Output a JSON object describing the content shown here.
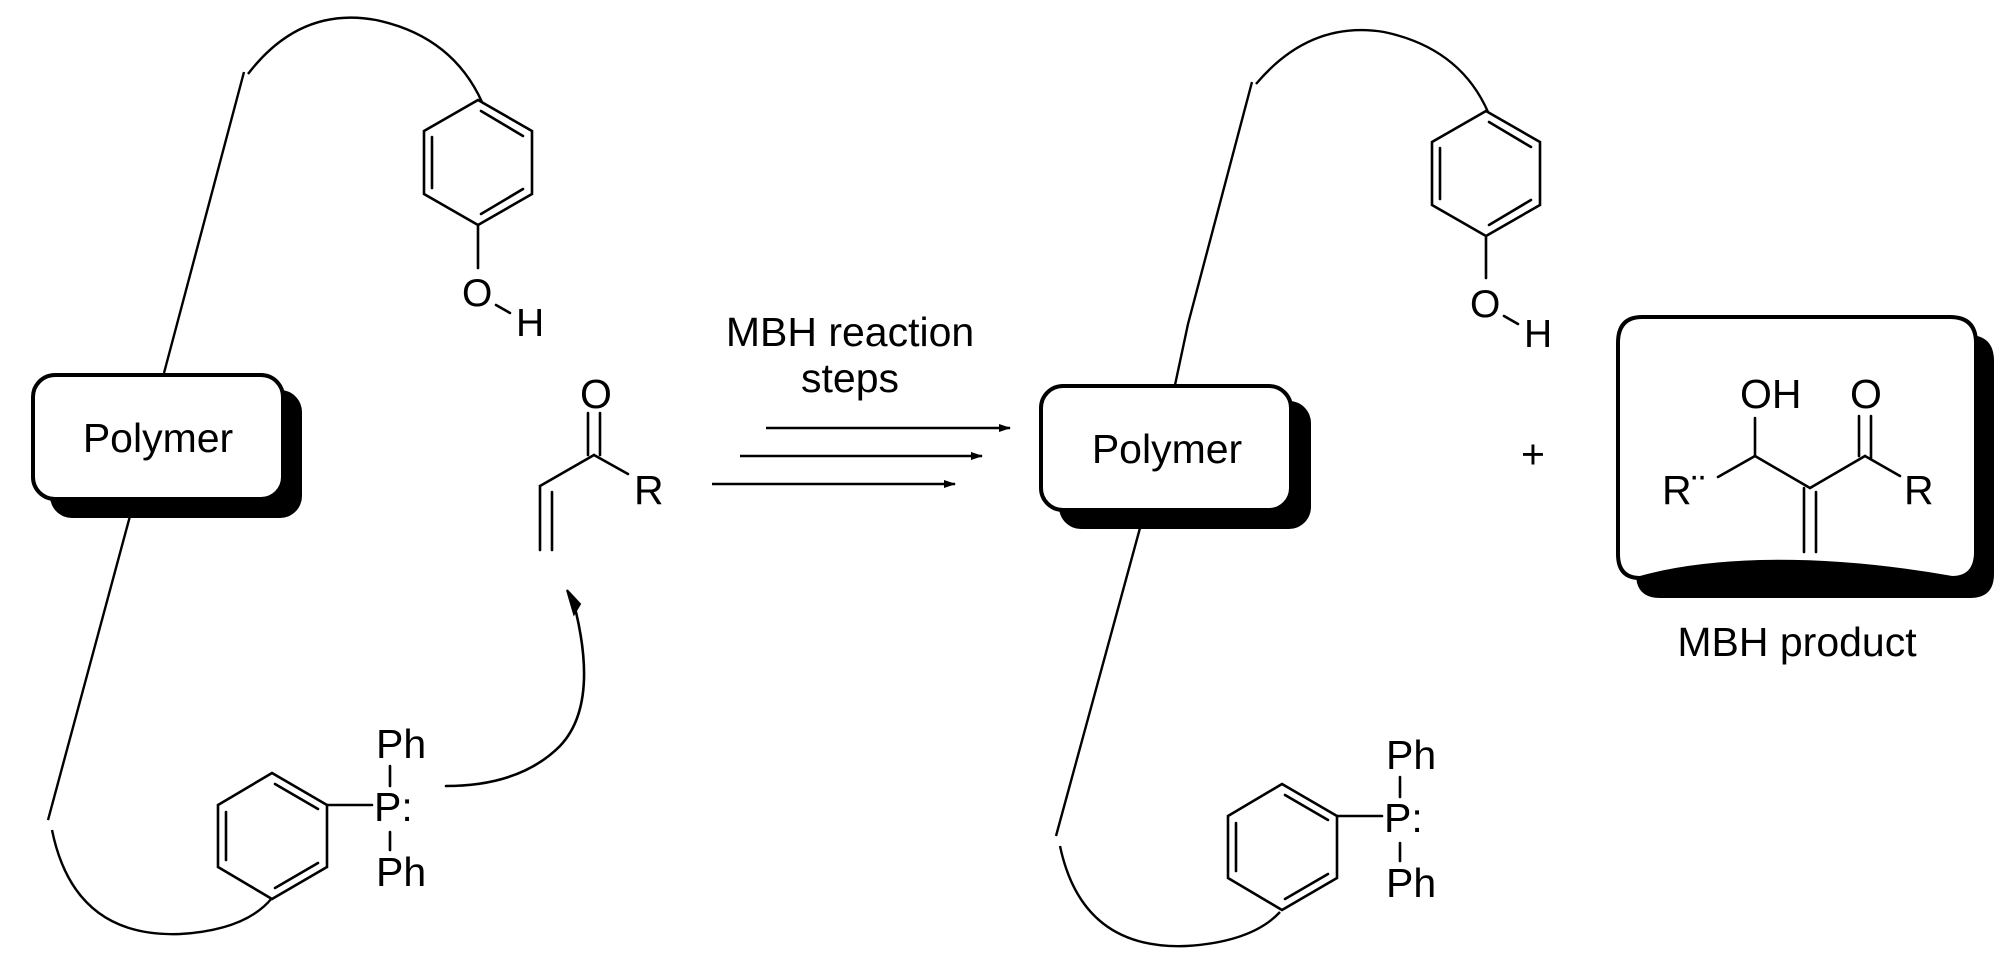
{
  "left_system": {
    "polymer_label": "Polymer",
    "phenol_O": "O",
    "phenol_H": "H",
    "phosphine_P": "P:",
    "phosphine_Ph_top": "Ph",
    "phosphine_Ph_bottom": "Ph"
  },
  "substrate": {
    "carbonyl_O": "O",
    "R": "R"
  },
  "arrow": {
    "label_line1": "MBH reaction",
    "label_line2": "steps"
  },
  "right_system": {
    "polymer_label": "Polymer",
    "phenol_O": "O",
    "phenol_H": "H",
    "phosphine_P": "P:",
    "phosphine_Ph_top": "Ph",
    "phosphine_Ph_bottom": "Ph"
  },
  "plus_sign": "+",
  "product": {
    "OH": "OH",
    "carbonyl_O": "O",
    "R_left": "R¨",
    "R_right": "R",
    "caption": "MBH product"
  }
}
